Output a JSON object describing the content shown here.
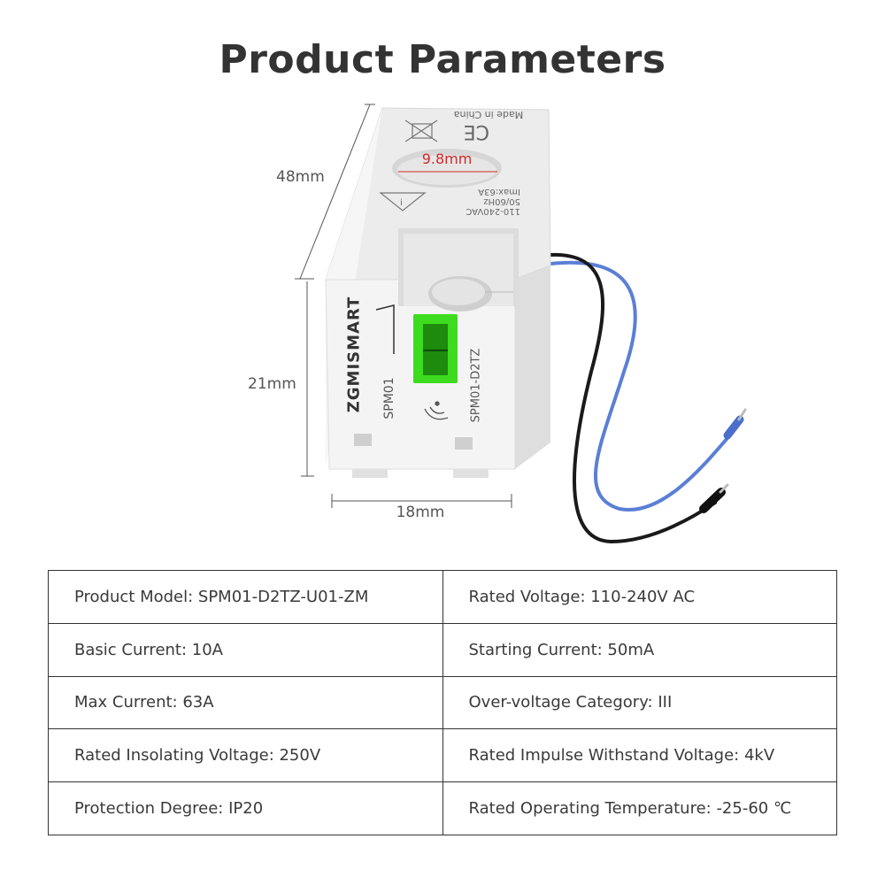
{
  "page": {
    "title": "Product Parameters"
  },
  "product_image": {
    "brand_logo": "ZGMISMART",
    "model_label": "SPM01",
    "model_full_label": "SPM01-D2TZ",
    "back_text_made_in": "Made in China",
    "back_text_voltage": "110-240VAC",
    "back_text_freq": "50/60Hz",
    "back_text_imax": "Imax:63A",
    "icons": [
      "weee-bin-icon",
      "ce-mark-icon",
      "warning-triangle-icon",
      "wireless-signal-icon"
    ],
    "colors": {
      "housing": "#f2f2f2",
      "terminal": "#3ddc1f",
      "wire_blue": "#5b7fd6",
      "wire_black": "#1a1a1a",
      "hole_dim": "#d12a2a"
    }
  },
  "dimensions": {
    "height_top": "48mm",
    "height_front": "21mm",
    "width": "18mm",
    "hole": "9.8mm"
  },
  "parameters": [
    [
      "Product Model: SPM01-D2TZ-U01-ZM",
      "Rated Voltage: 110-240V AC"
    ],
    [
      "Basic Current: 10A",
      "Starting Current: 50mA"
    ],
    [
      "Max Current: 63A",
      "Over-voltage Category: III"
    ],
    [
      "Rated Insolating Voltage: 250V",
      "Rated Impulse Withstand Voltage: 4kV"
    ],
    [
      "Protection Degree: IP20",
      "Rated Operating Temperature: -25-60 ℃"
    ]
  ]
}
